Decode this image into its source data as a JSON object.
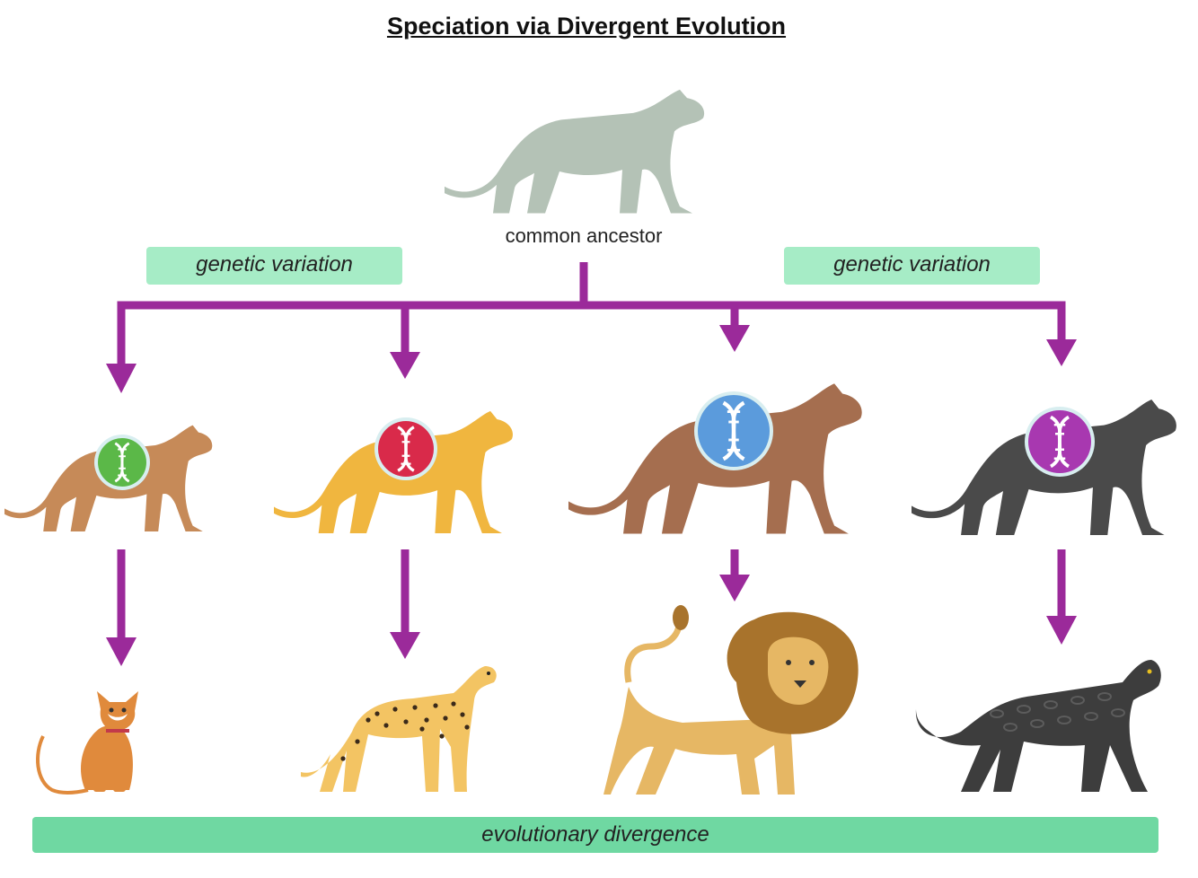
{
  "title": "Speciation via Divergent Evolution",
  "ancestor": {
    "label": "common ancestor",
    "color": "#b4c2b6"
  },
  "genetic_variation_labels": [
    "genetic variation",
    "genetic variation"
  ],
  "bottom_label": "evolutionary divergence",
  "colors": {
    "arrow": "#9b2a9a",
    "label_box": "#a6ecc6",
    "bottom_bar": "#6fd8a2"
  },
  "branches": [
    {
      "intermediate": {
        "body_color": "#c68a58",
        "dna_color": "#5bb848"
      },
      "descendant": {
        "species_icon": "domestic-cat-icon",
        "color": "#e08a3c"
      }
    },
    {
      "intermediate": {
        "body_color": "#f0b63f",
        "dna_color": "#d92a4a"
      },
      "descendant": {
        "species_icon": "cheetah-icon",
        "color": "#f3c463"
      }
    },
    {
      "intermediate": {
        "body_color": "#a56e4f",
        "dna_color": "#5b9bdc"
      },
      "descendant": {
        "species_icon": "lion-icon",
        "color": "#e6b764"
      }
    },
    {
      "intermediate": {
        "body_color": "#4a4a4a",
        "dna_color": "#a838b0"
      },
      "descendant": {
        "species_icon": "black-panther-icon",
        "color": "#3d3d3d"
      }
    }
  ]
}
